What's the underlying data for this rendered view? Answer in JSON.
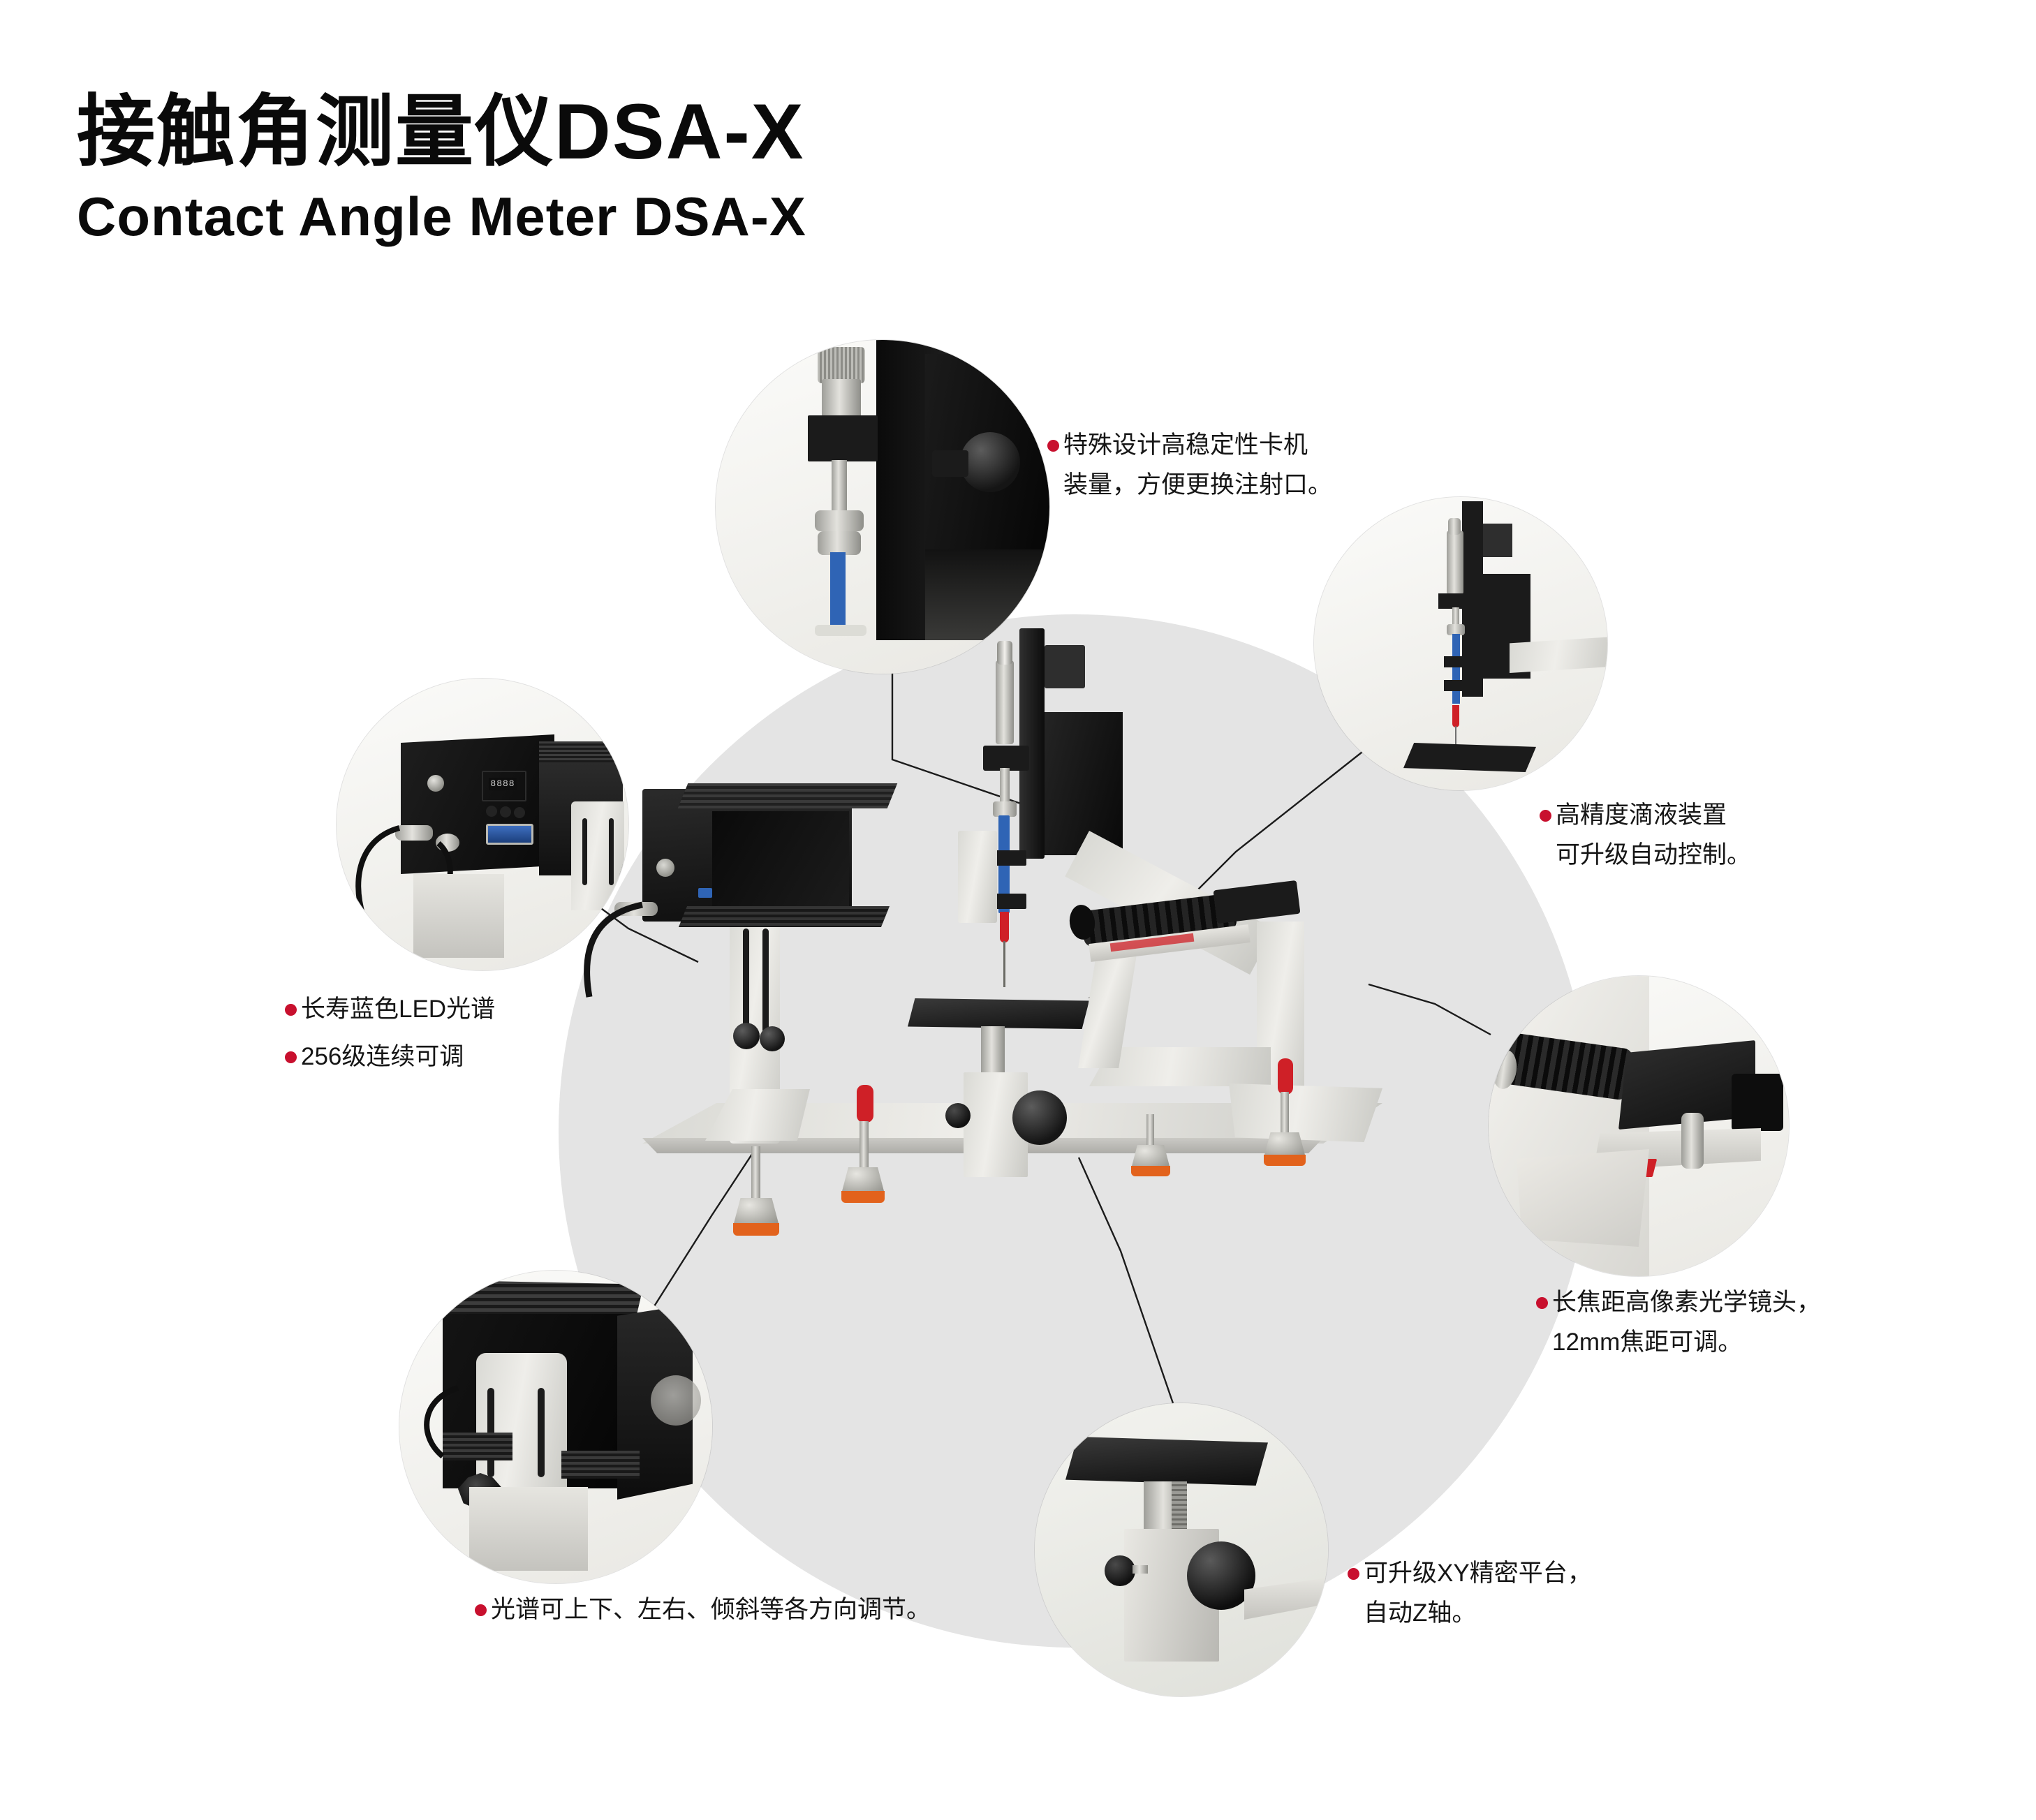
{
  "title": {
    "cn": "接触角测量仪DSA-X",
    "en": "Contact Angle Meter DSA-X"
  },
  "colors": {
    "bullet_red": "#c8102e",
    "background_disc": "#e4e4e4",
    "page_background": "#ffffff",
    "text": "#161616",
    "syringe_blue": "#2f64b5",
    "foot_red": "#cf2027",
    "foot_orange": "#e2621c"
  },
  "callouts": [
    {
      "id": "syringe-clamp",
      "position": "top",
      "lines": [
        "特殊设计高稳定性卡机",
        "装量，方便更换注射口。"
      ],
      "photo": "syringe-clamp-knob-closeup"
    },
    {
      "id": "dosing-unit",
      "position": "right-top",
      "lines": [
        "高精度滴液装置",
        "可升级自动控制。"
      ],
      "photo": "micrometer-dosing-syringe-closeup"
    },
    {
      "id": "led-spectrum",
      "position": "left-top",
      "lines": [
        "长寿蓝色LED光谱",
        "256级连续可调"
      ],
      "bullets_per_line": 2,
      "photo": "led-controller-rear-panel"
    },
    {
      "id": "optical-lens",
      "position": "right-bottom",
      "lines": [
        "长焦距高像素光学镜头，",
        "12mm焦距可调。"
      ],
      "photo": "long-focus-camera-lens-closeup"
    },
    {
      "id": "led-adjust",
      "position": "bottom-left",
      "lines": [
        "光谱可上下、左右、倾斜等各方向调节。"
      ],
      "photo": "led-slotted-bracket-knobs"
    },
    {
      "id": "xy-stage",
      "position": "bottom-right",
      "lines": [
        "可升级XY精密平台，",
        "自动Z轴。"
      ],
      "photo": "sample-stage-elevator-knob"
    }
  ],
  "display": {
    "led_controller_readout": "8888"
  },
  "product": {
    "name": "DSA-X",
    "parts": [
      "led-light-source",
      "syringe-dosing-assembly",
      "sample-stage",
      "camera-lens-assembly",
      "aluminium-base-frame",
      "leveling-feet"
    ]
  }
}
